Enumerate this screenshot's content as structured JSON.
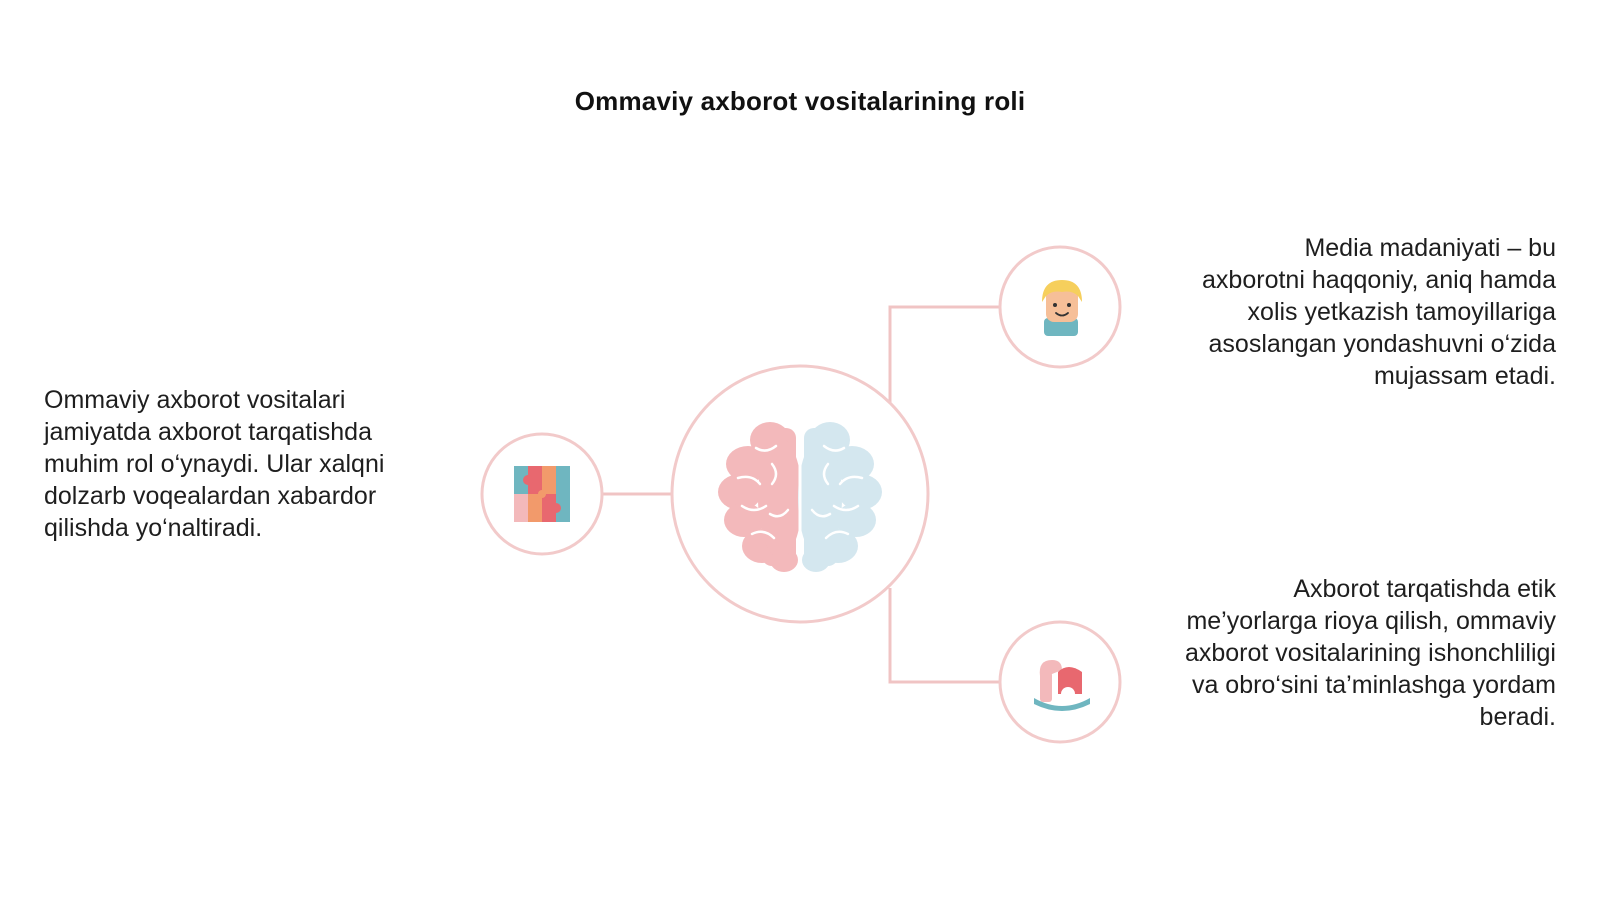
{
  "title": "Ommaviy axborot vositalarining roli",
  "nodes": {
    "left": {
      "icon": "puzzle-icon",
      "text": "Ommaviy axborot vositalari jamiyatda axborot tarqatishda muhim rol o‘ynaydi. Ular xalqni dolzarb voqealardan xabardor qilishda yo‘naltiradi."
    },
    "top_right": {
      "icon": "person-icon",
      "text": "Media madaniyati – bu axborotni haqqoniy, aniq hamda xolis yetkazish tamoyillariga asoslangan yondashuvni o‘zida mujassam etadi."
    },
    "bottom_right": {
      "icon": "rocking-horse-icon",
      "text": "Axborot tarqatishda etik me’yorlarga rioya qilish, ommaviy axborot vositalarining ishonchliligi va obro‘sini ta’minlashga yordam beradi."
    },
    "center": {
      "icon": "brain-icon"
    }
  },
  "colors": {
    "connector": "#f0c4c4",
    "circle_stroke": "#f2caca",
    "brain_left": "#f3b9bb",
    "brain_right": "#d4e7ef",
    "accent_red": "#e8686f",
    "accent_teal": "#6fb6c0",
    "accent_orange": "#f29a6b",
    "hair_yellow": "#f6cf5c",
    "skin": "#f6bf98"
  }
}
